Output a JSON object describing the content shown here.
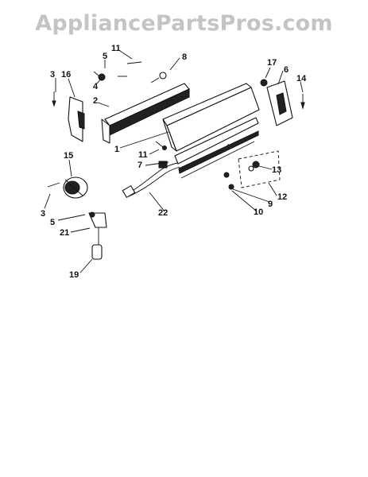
{
  "watermark": "AppliancePartsPros.com",
  "callouts": {
    "c1": "1",
    "c2": "2",
    "c3a": "3",
    "c3b": "3",
    "c4": "4",
    "c5a": "5",
    "c5b": "5",
    "c6": "6",
    "c7": "7",
    "c8": "8",
    "c9": "9",
    "c10": "10",
    "c11a": "11",
    "c11b": "11",
    "c12": "12",
    "c13": "13",
    "c14": "14",
    "c15": "15",
    "c16": "16",
    "c17": "17",
    "c19": "19",
    "c21": "21",
    "c22": "22"
  }
}
